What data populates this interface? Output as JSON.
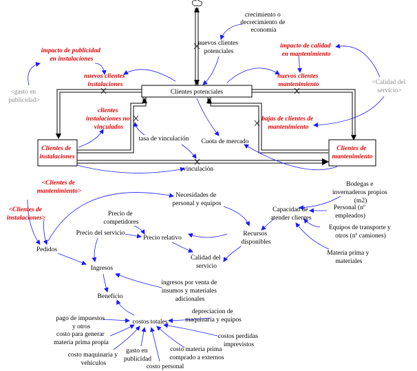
{
  "stocks": {
    "clientes_potenciales": "Clientes potenciales",
    "clientes_instalaciones": "Clientes de instalaciones",
    "clientes_mantenimiento": "Clientes de mantenimiento"
  },
  "flows": {
    "nuevos_clientes_potenciales": "nuevos clientes potenciales",
    "nuevos_clientes_instalaciones": "nuevos clientes instalaciones",
    "nuevos_clientes_mantenimiento": "nuevos clientes mantenimiento",
    "clientes_no_vinculados": "clientes instalaciones no vinculados",
    "bajas_mantenimiento": "bajas de clientes de mantenimiento",
    "vinculacion": "vinculación"
  },
  "variables": {
    "crecimiento": "crecimiento o decrecimiento de economía",
    "impacto_publicidad": "impacto de publicidad en instalaciones",
    "impacto_calidad": "impacto de calidad en mantenimiento",
    "gasto_publicidad_shadow": "<gasto en publicidad>",
    "calidad_servicio_shadow": "<Calidad del servicio>",
    "tasa_vinculacion": "tasa de vinculación",
    "cuota_mercado": "Cuota de mercado",
    "clientes_mant_shadow": "<Clientes de mantenimiento>",
    "clientes_inst_shadow": "<Clientes de instalaciones>",
    "necesidades": "Necesidades de personal y equipos",
    "bodegas": "Bodegas e invernaderos propios (m2)",
    "personal": "Personal (nº empleados)",
    "capacidad": "Capacidad de atender clientes",
    "equipos_transporte": "Equipos de transporte y otros (nº camiones)",
    "materia_prima": "Materia prima y materiales",
    "recursos": "Recursos disponibles",
    "precio_competidores": "Precio de competidores",
    "precio_servicio": "Precio del servicio",
    "precio_relativo": "Precio relativo",
    "calidad_servicio": "Calidad del servicio",
    "pedidos": "Pedidos",
    "ingresos": "Ingresos",
    "ingresos_insumos": "ingresos por venta de insumos y materiales adicionales",
    "beneficio": "Beneficio",
    "costos_totales": "costos totales",
    "pago_impuestos": "pago de impuestos y otros",
    "costo_materia_propia": "costo para generar materia prima propia",
    "costo_maquinaria": "costo maquinaria y vehículos",
    "gasto_publicidad": "gasto en publicidad",
    "costo_personal": "costo personal",
    "costo_materia_externos": "costo materia prima comprado a externos",
    "costos_perdidas": "costos perdidas imprevistos",
    "depreciacion": "depreciacion de maquinaria y equipos"
  }
}
